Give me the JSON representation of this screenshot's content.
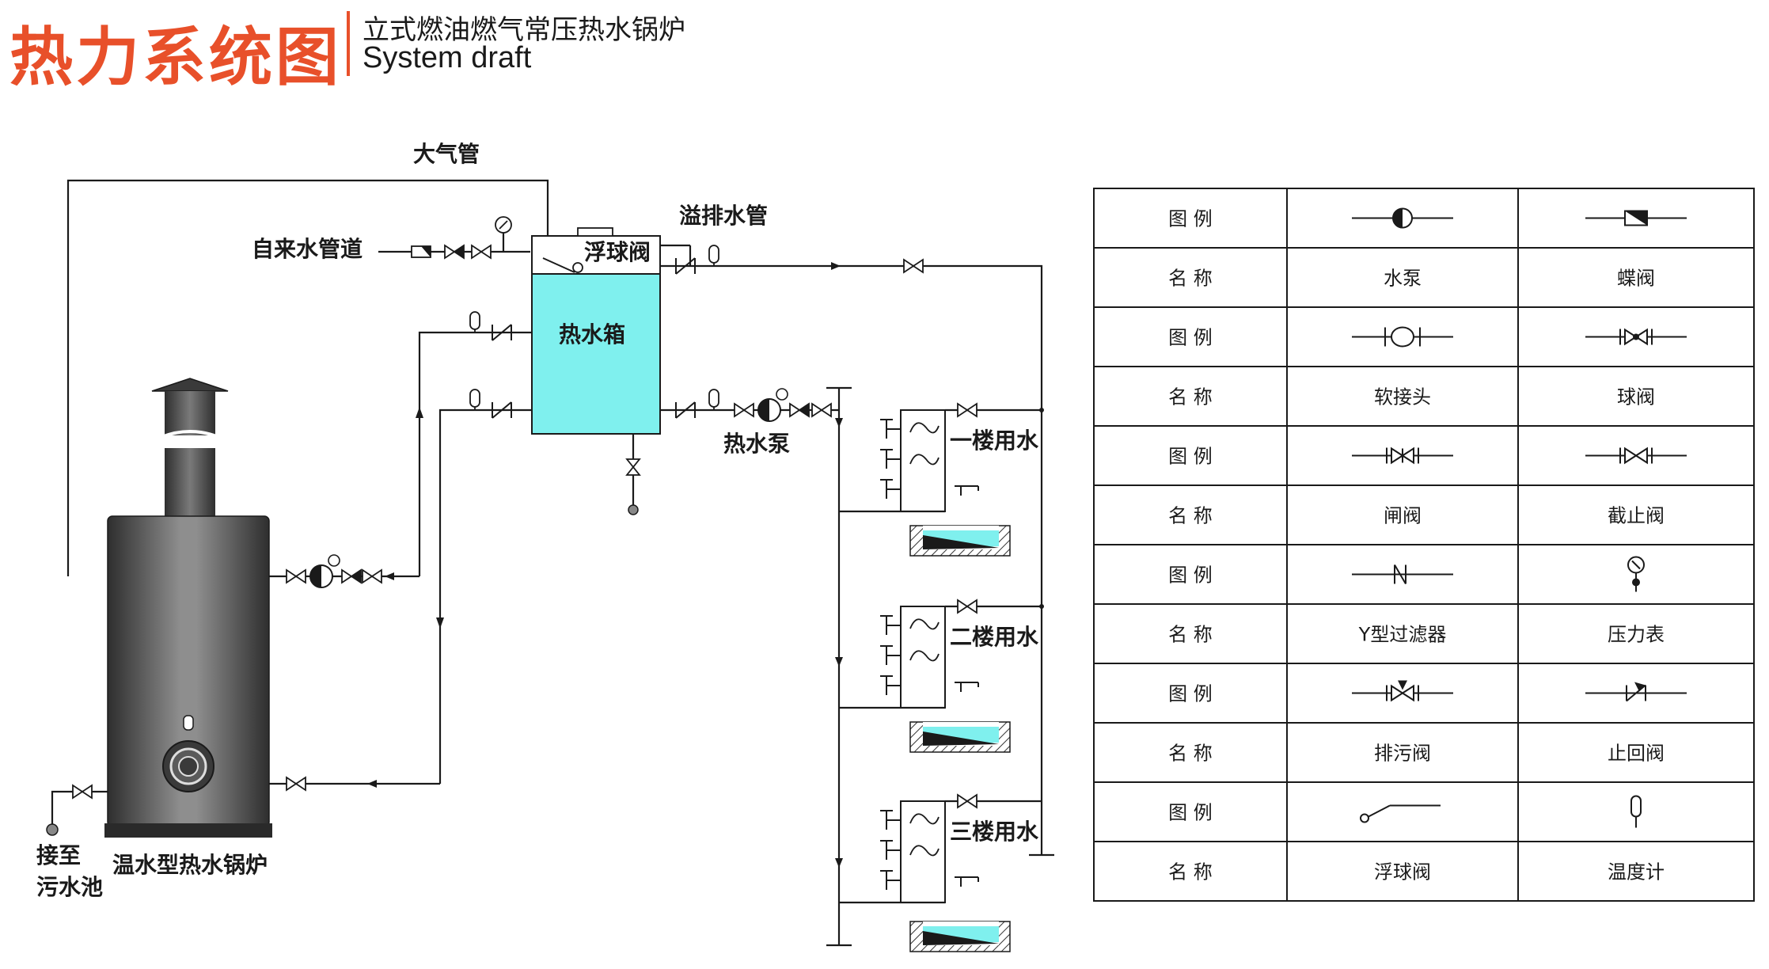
{
  "header": {
    "title_cn": "热力系统图",
    "subtitle_cn": "立式燃油燃气常压热水锅炉",
    "subtitle_en": "System draft"
  },
  "colors": {
    "title": "#e8502a",
    "water": "#7ff0ee",
    "boiler_dark": "#3a3a3a",
    "boiler_light": "#8a8a8a"
  },
  "diagram": {
    "labels": {
      "atmosphere_pipe": "大气管",
      "tap_water_pipe": "自来水管道",
      "float_valve": "浮球阀",
      "overflow_pipe": "溢排水管",
      "hot_water_tank": "热水箱",
      "hot_water_pump": "热水泵",
      "floor1": "一楼用水",
      "floor2": "二楼用水",
      "floor3": "三楼用水",
      "sewage_line1": "接至",
      "sewage_line2": "污水池",
      "boiler": "温水型热水锅炉"
    }
  },
  "legend": {
    "row_label_symbol": "图 例",
    "row_label_name": "名 称",
    "items": [
      {
        "name": "水泵",
        "icon": "water-pump-icon"
      },
      {
        "name": "蝶阀",
        "icon": "butterfly-valve-icon"
      },
      {
        "name": "软接头",
        "icon": "flexible-joint-icon"
      },
      {
        "name": "球阀",
        "icon": "ball-valve-icon"
      },
      {
        "name": "闸阀",
        "icon": "gate-valve-icon"
      },
      {
        "name": "截止阀",
        "icon": "globe-valve-icon"
      },
      {
        "name": "Y型过滤器",
        "icon": "y-strainer-icon"
      },
      {
        "name": "压力表",
        "icon": "pressure-gauge-icon"
      },
      {
        "name": "排污阀",
        "icon": "blowdown-valve-icon"
      },
      {
        "name": "止回阀",
        "icon": "check-valve-icon"
      },
      {
        "name": "浮球阀",
        "icon": "float-valve-icon"
      },
      {
        "name": "温度计",
        "icon": "thermometer-icon"
      }
    ]
  }
}
